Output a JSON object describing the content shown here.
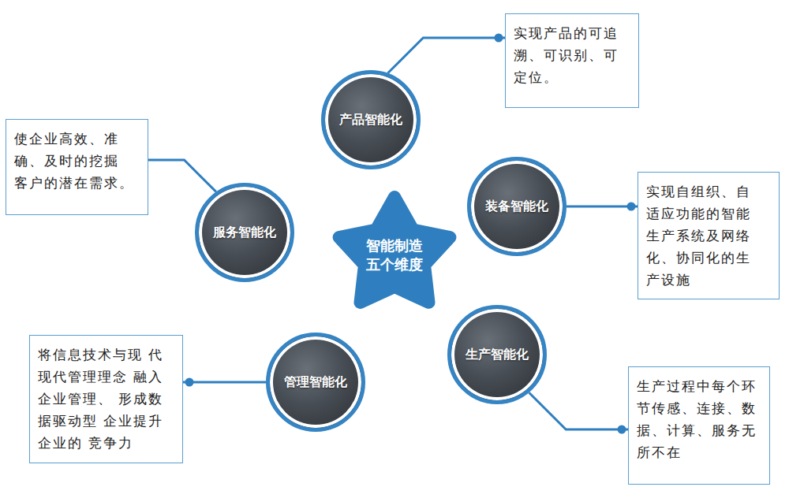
{
  "diagram": {
    "nodes": [
      {
        "text": [
          "产品智能化"
        ]
      },
      {
        "text": [
          "实现产品的可追 溯、可识别、可 定位。"
        ]
      },
      {
        "text": [
          "使企业高效、准 确、及时的挖掘 客户的潜在需求。"
        ]
      },
      {
        "text": [
          "实现自组织、自 适应功能的智能 生产系统及网络 化、协同化的生 产设施"
        ]
      },
      {
        "text": [
          "服务智能化"
        ]
      },
      {
        "text": [
          "装备智能化"
        ]
      },
      {
        "text": [
          "智能制造 五个维度"
        ]
      },
      {
        "text": [
          "生产智能化"
        ]
      },
      {
        "text": [
          "管理智能化"
        ]
      },
      {
        "text": [
          "将信息技术与现 代现代管理理念 融入企业管理、 形成数据驱动型 企业提升企业的 竞争力"
        ]
      },
      {
        "text": [
          "生产过程中每个环 节传感、连接、数 据、计算、服务无 所不在"
        ]
      }
    ],
    "edges": [
      {
        "from": 0,
        "to": 1,
        "arrow": "none"
      },
      {
        "from": 4,
        "to": 2,
        "arrow": "none"
      },
      {
        "from": 5,
        "to": 3,
        "arrow": "none"
      },
      {
        "from": 7,
        "to": 10,
        "arrow": "none"
      },
      {
        "from": 8,
        "to": 9,
        "arrow": "none"
      }
    ]
  }
}
